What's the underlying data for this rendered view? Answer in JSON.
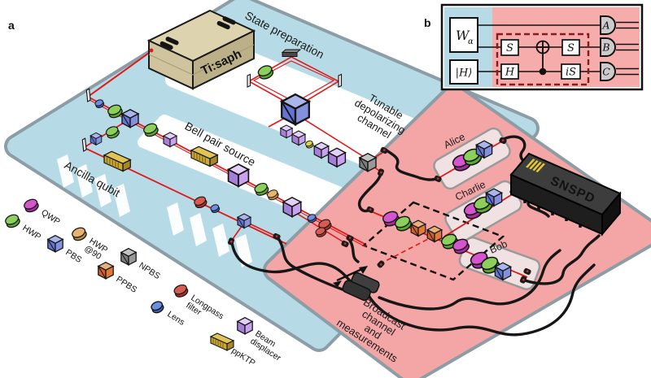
{
  "panel_a_label": "a",
  "panel_b_label": "b",
  "scene": {
    "regions": {
      "state_preparation": "State preparation",
      "bell_pair_source": "Bell pair source",
      "ancilla_qubit": "Ancilla qubit",
      "tunable_lines": [
        "Tunable",
        "depolarizing",
        "channel"
      ],
      "broadcast_lines": [
        "Broadcast",
        "channel",
        "and",
        "measurements"
      ]
    },
    "devices": {
      "laser_label": "Ti:saph",
      "detector_label": "SNSPD"
    },
    "parties": [
      "Alice",
      "Charlie",
      "Bob"
    ]
  },
  "legend": {
    "items": [
      {
        "name": "qwp",
        "line1": "QWP",
        "line2": "",
        "shape": "waveplate-disc",
        "color": "#d455cc"
      },
      {
        "name": "hwp",
        "line1": "HWP",
        "line2": "",
        "shape": "waveplate-disc",
        "color": "#8ccf5a"
      },
      {
        "name": "hwp90",
        "line1": "HWP",
        "line2": "@90",
        "shape": "waveplate-disc",
        "color": "#e7b46d"
      },
      {
        "name": "pbs",
        "line1": "PBS",
        "line2": "",
        "shape": "cube",
        "color": "#7486dc"
      },
      {
        "name": "npbs",
        "line1": "NPBS",
        "line2": "",
        "shape": "cube",
        "color": "#9b9b9b"
      },
      {
        "name": "ppbs",
        "line1": "PPBS",
        "line2": "",
        "shape": "cube",
        "color": "#e0793a"
      },
      {
        "name": "longpass",
        "line1": "Longpass",
        "line2": "filter",
        "shape": "disc",
        "color": "#d65c52"
      },
      {
        "name": "lens",
        "line1": "Lens",
        "line2": "",
        "shape": "disc",
        "color": "#6d8fe0"
      },
      {
        "name": "beam_displacer",
        "line1": "Beam",
        "line2": "displacer",
        "shape": "cube",
        "color": "#c9a2ef"
      },
      {
        "name": "ppktp",
        "line1": "ppKTP",
        "line2": "",
        "shape": "crystal",
        "color": "#d9bc4f"
      }
    ]
  },
  "circuit": {
    "w_gate": "W",
    "w_sub": "α",
    "input_state": "|H⟩",
    "gate_s_left": "S",
    "gate_s_right": "S",
    "gate_h": "H",
    "gate_is": "iS",
    "outputs": [
      "A",
      "B",
      "C"
    ]
  },
  "colors": {
    "table_blue": "#b7dbe6",
    "table_pink": "#f4a5a5",
    "table_border": "#8d9da5",
    "beam_red": "#e01818",
    "fiber_black": "#161616",
    "laser_body": "#d6cca6",
    "snspd_black": "#262626",
    "snspd_logo_yellow": "#e8c832",
    "circuit_dashed_red": "#8b1a1a"
  }
}
